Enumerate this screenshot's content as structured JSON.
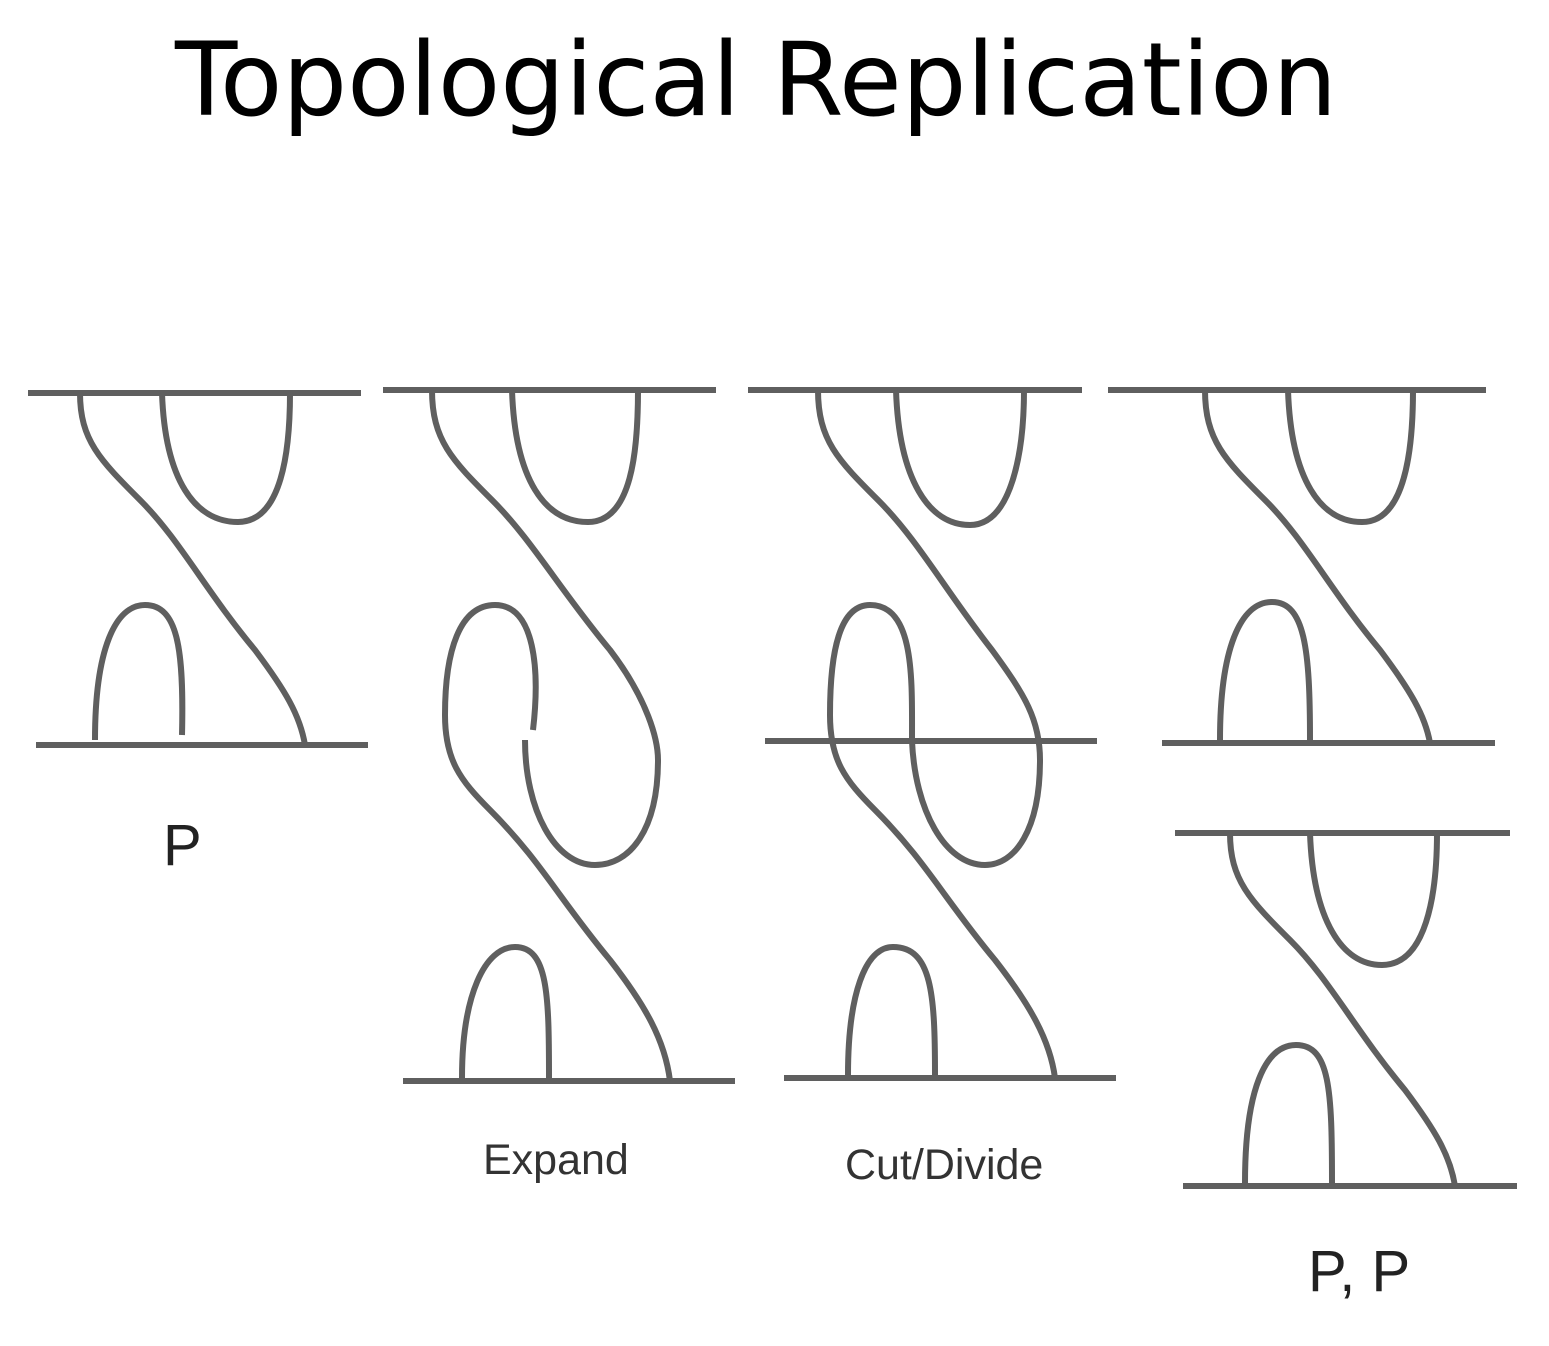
{
  "title": "Topological Replication",
  "stroke_color": "#5f5f5f",
  "panels": [
    {
      "id": "original",
      "label": "P"
    },
    {
      "id": "expand",
      "label": "Expand"
    },
    {
      "id": "cut-divide",
      "label": "Cut/Divide"
    },
    {
      "id": "result",
      "label": "P, P"
    }
  ]
}
